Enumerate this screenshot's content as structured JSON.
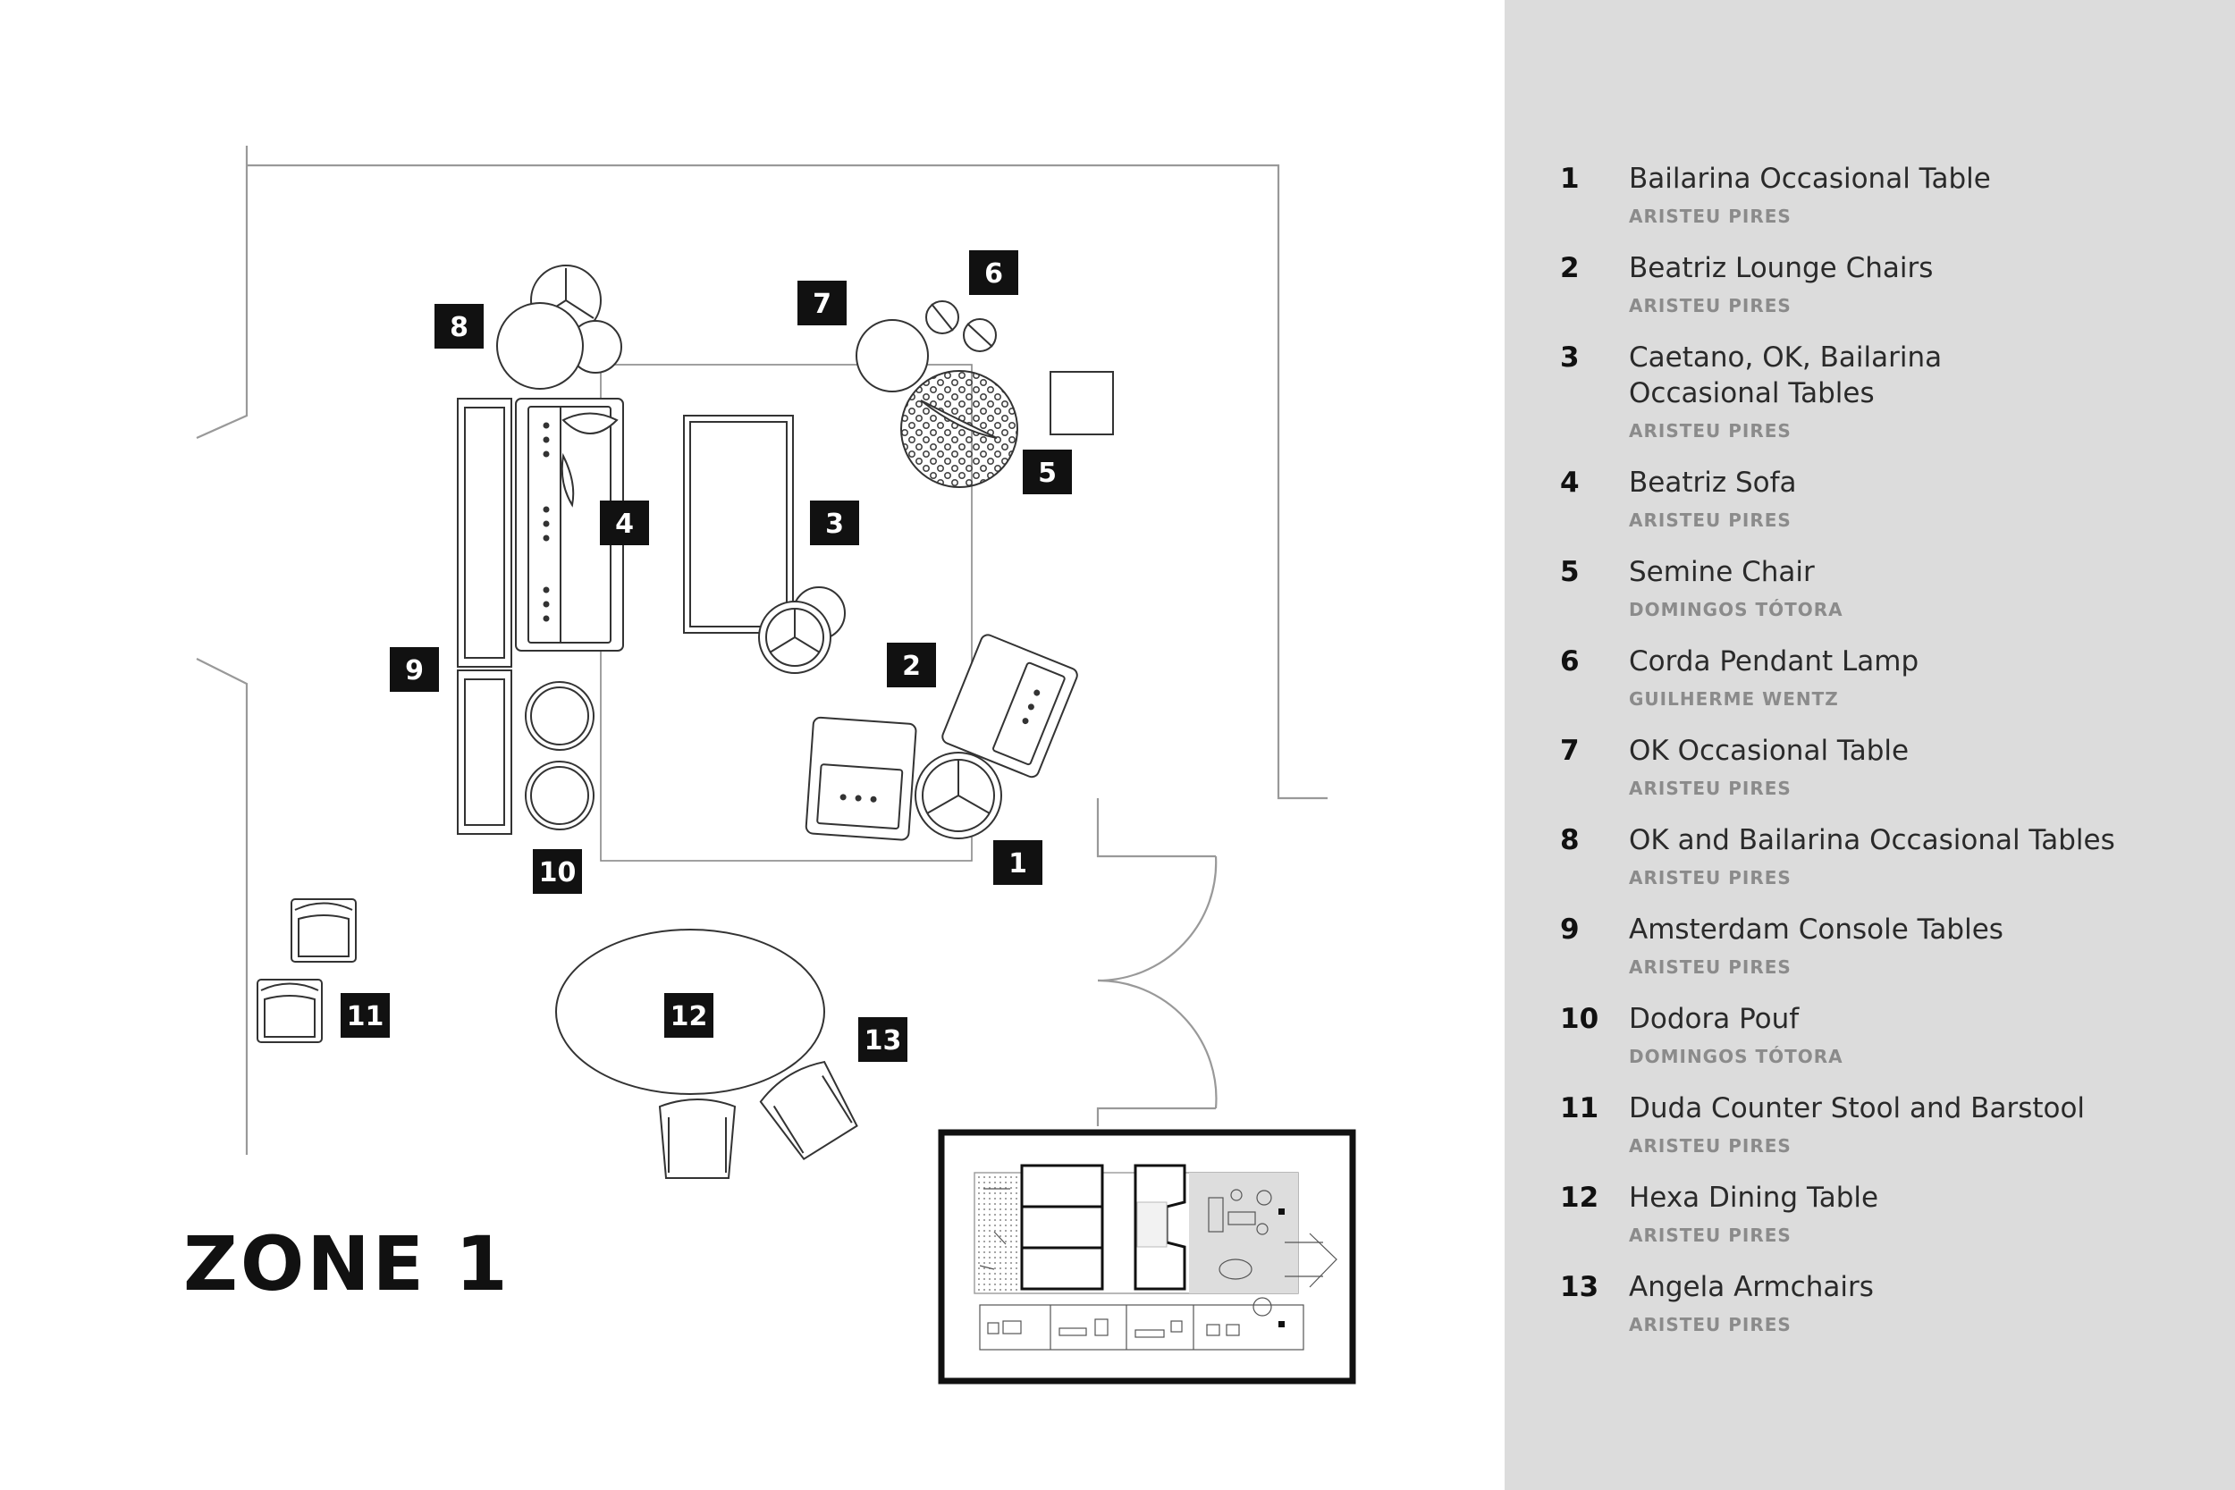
{
  "zone_title": "ZONE 1",
  "legend": [
    {
      "number": "1",
      "title": "Bailarina Occasional Table",
      "designer": "ARISTEU PIRES"
    },
    {
      "number": "2",
      "title": "Beatriz Lounge Chairs",
      "designer": "ARISTEU PIRES"
    },
    {
      "number": "3",
      "title": "Caetano, OK, Bailarina Occasional Tables",
      "designer": "ARISTEU PIRES"
    },
    {
      "number": "4",
      "title": "Beatriz Sofa",
      "designer": "ARISTEU PIRES"
    },
    {
      "number": "5",
      "title": "Semine Chair",
      "designer": "DOMINGOS TÓTORA"
    },
    {
      "number": "6",
      "title": "Corda Pendant Lamp",
      "designer": "GUILHERME WENTZ"
    },
    {
      "number": "7",
      "title": "OK Occasional Table",
      "designer": "ARISTEU PIRES"
    },
    {
      "number": "8",
      "title": "OK and Bailarina Occasional Tables",
      "designer": "ARISTEU PIRES"
    },
    {
      "number": "9",
      "title": "Amsterdam Console Tables",
      "designer": "ARISTEU PIRES"
    },
    {
      "number": "10",
      "title": "Dodora Pouf",
      "designer": "DOMINGOS TÓTORA"
    },
    {
      "number": "11",
      "title": "Duda Counter Stool and Barstool",
      "designer": "ARISTEU PIRES"
    },
    {
      "number": "12",
      "title": "Hexa Dining Table",
      "designer": "ARISTEU PIRES"
    },
    {
      "number": "13",
      "title": "Angela Armchairs",
      "designer": "ARISTEU PIRES"
    }
  ],
  "colors": {
    "legend_background": "#dcdcdc",
    "tag_fill": "#111111",
    "tag_text": "#ffffff",
    "designer_text": "#8b8b8b",
    "line": "#333333"
  }
}
